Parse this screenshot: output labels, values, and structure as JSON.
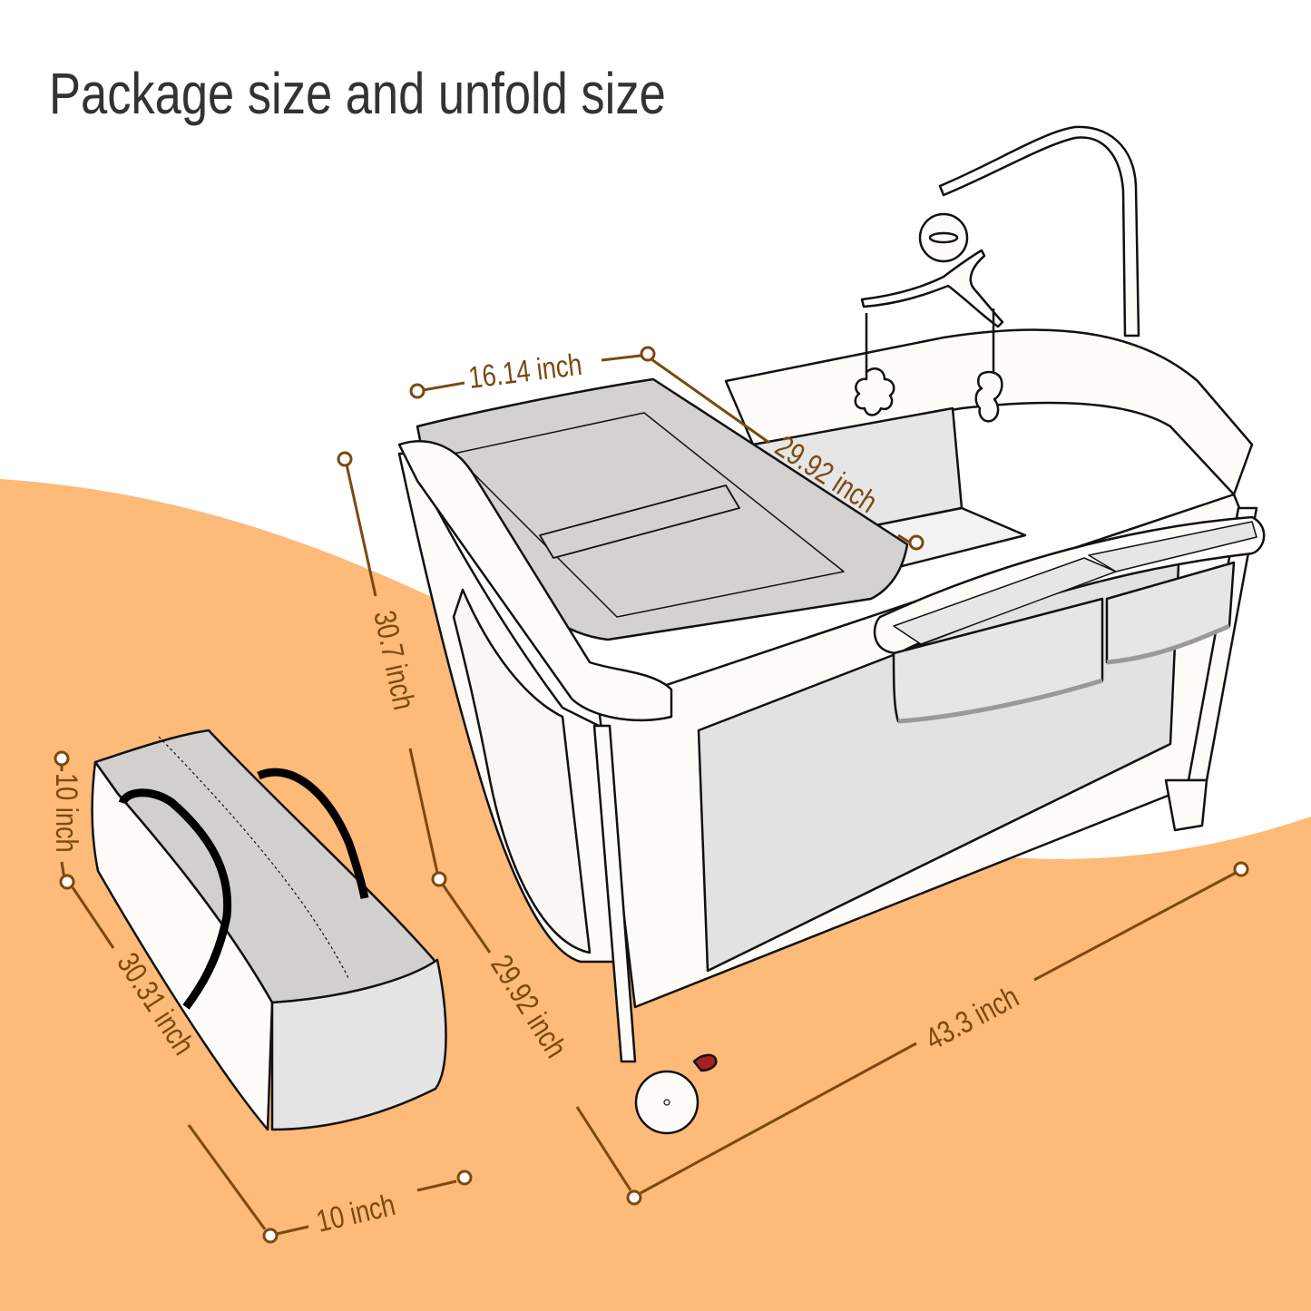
{
  "title": "Package size and unfold size",
  "colors": {
    "background": "#ffffff",
    "accent_orange": "#FDBA78",
    "dimension_line": "#7A4A10",
    "dimension_text": "#7A4A10",
    "title_text": "#333333",
    "product_fill_gray": "#D3D2D0",
    "product_fill_light": "#E6E6E6",
    "outline": "#111111"
  },
  "unfolded_crib": {
    "label": "Playard crib with changing table, bassinet mobile and organizer",
    "dimensions": {
      "changer_width": "16.14 inch",
      "changer_length": "29.92 inch",
      "height": "30.7 inch",
      "depth": "29.92 inch",
      "length": "43.3 inch"
    }
  },
  "package_bag": {
    "label": "Carry bag (folded package)",
    "dimensions": {
      "height": "10 inch",
      "length": "30.31 inch",
      "width": "10 inch"
    }
  }
}
